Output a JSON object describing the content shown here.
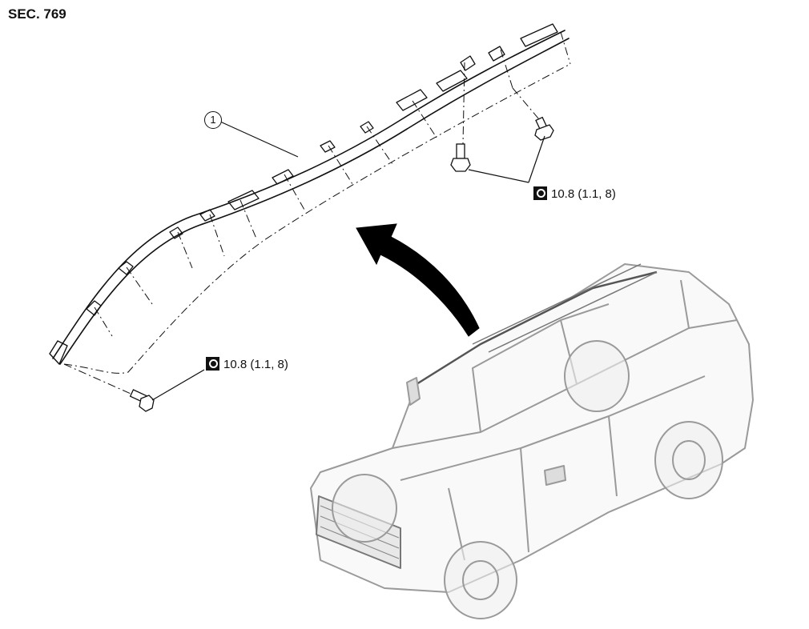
{
  "section": {
    "label": "SEC. 769"
  },
  "callouts": [
    {
      "number": "1"
    }
  ],
  "torque_specs": [
    {
      "value": "10.8 (1.1, 8)",
      "icon": "torque-wrench-icon"
    },
    {
      "value": "10.8 (1.1, 8)",
      "icon": "torque-wrench-icon"
    }
  ],
  "colors": {
    "line": "#111111",
    "vehicle": "#9a9a9a",
    "arrow": "#000000"
  }
}
